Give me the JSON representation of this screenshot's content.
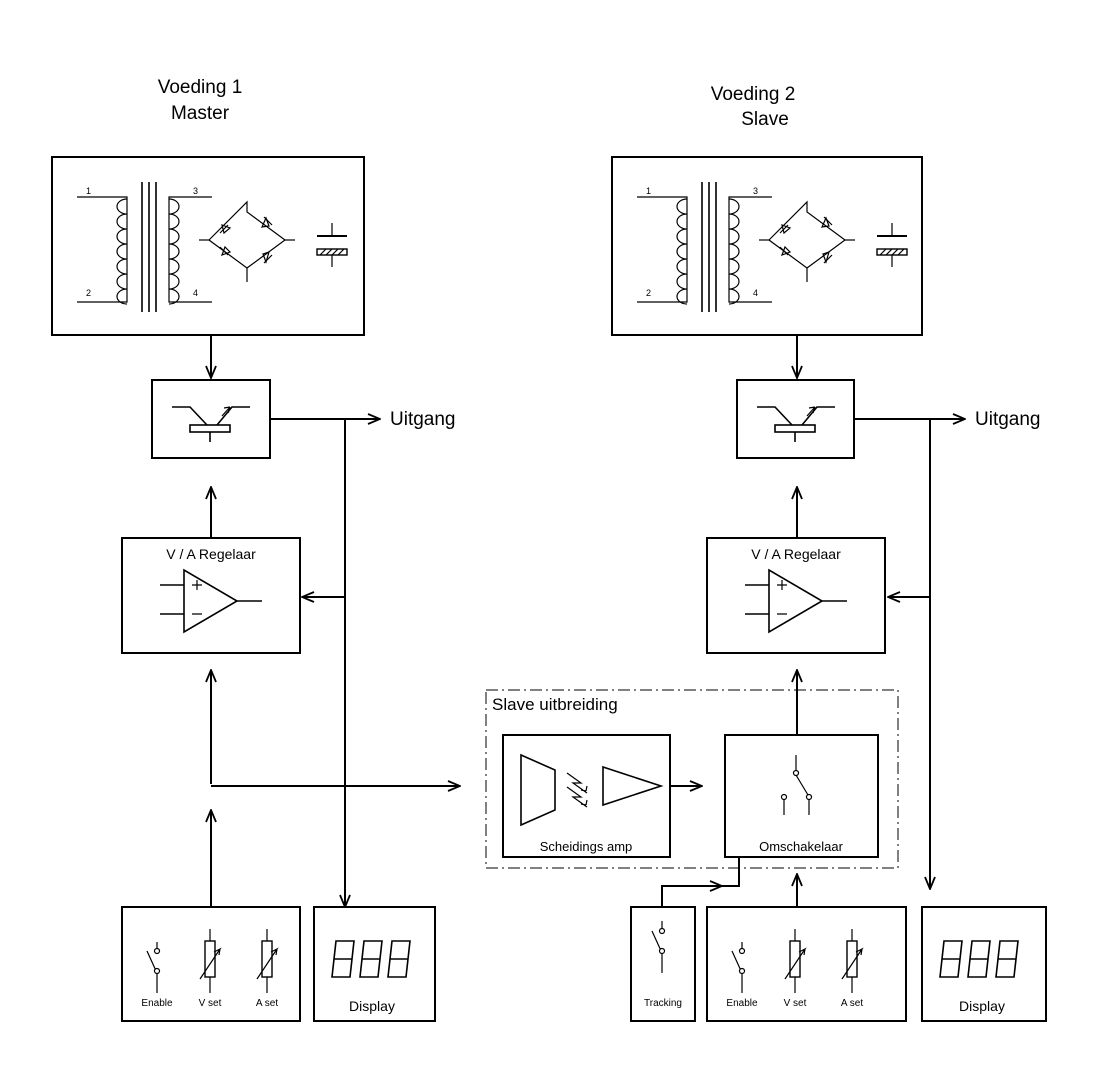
{
  "supply1": {
    "title": "Voeding 1",
    "role": "Master"
  },
  "supply2": {
    "title": "Voeding 2",
    "role": "Slave"
  },
  "transformer_pins": [
    "1",
    "2",
    "3",
    "4"
  ],
  "output_label": "Uitgang",
  "regulator_label": "V / A Regelaar",
  "slave_extension_label": "Slave uitbreiding",
  "isolation_amp_label": "Scheidings amp",
  "switch_label": "Omschakelaar",
  "controls": {
    "enable": "Enable",
    "vset": "V set",
    "aset": "A set",
    "tracking": "Tracking"
  },
  "display_label": "Display"
}
